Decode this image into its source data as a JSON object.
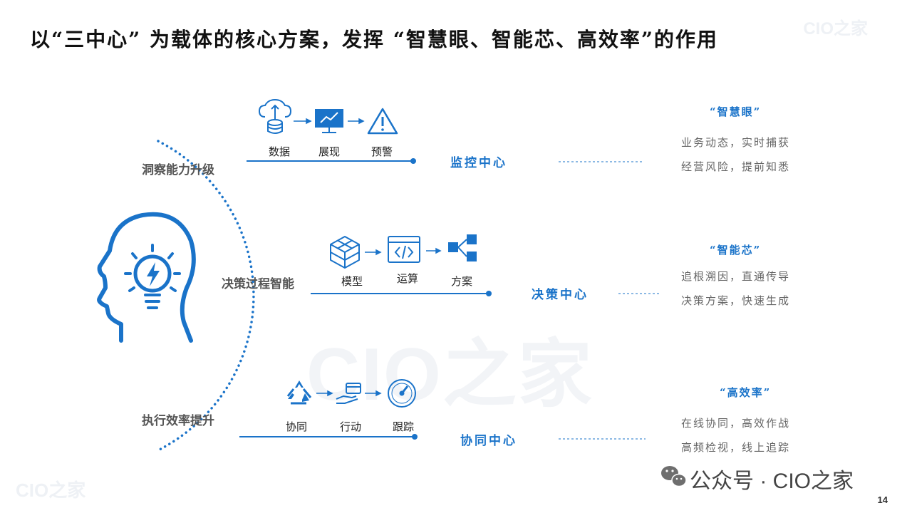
{
  "title": "以“三中心” 为载体的核心方案，发挥 “智慧眼、智能芯、高效率”的作用",
  "watermark": "CIO之家",
  "sides": {
    "top": "洞察能力升级",
    "middle": "决策过程智能",
    "bottom": "执行效率提升"
  },
  "rows": [
    {
      "steps": [
        "数据",
        "展现",
        "预警"
      ],
      "center": "监控中心",
      "quote": "“智慧眼”",
      "lines": [
        "业务动态，实时捕获",
        "经营风险，提前知悉"
      ]
    },
    {
      "steps": [
        "模型",
        "运算",
        "方案"
      ],
      "center": "决策中心",
      "quote": "“智能芯”",
      "lines": [
        "追根溯因，直通传导",
        "决策方案，快速生成"
      ]
    },
    {
      "steps": [
        "协同",
        "行动",
        "跟踪"
      ],
      "center": "协同中心",
      "quote": "“高效率”",
      "lines": [
        "在线协同，高效作战",
        "高频检视，线上追踪"
      ]
    }
  ],
  "footer": {
    "wechat": "公众号 · CIO之家",
    "page": "14"
  },
  "colors": {
    "accent": "#1a73c9",
    "muted": "#666666"
  }
}
